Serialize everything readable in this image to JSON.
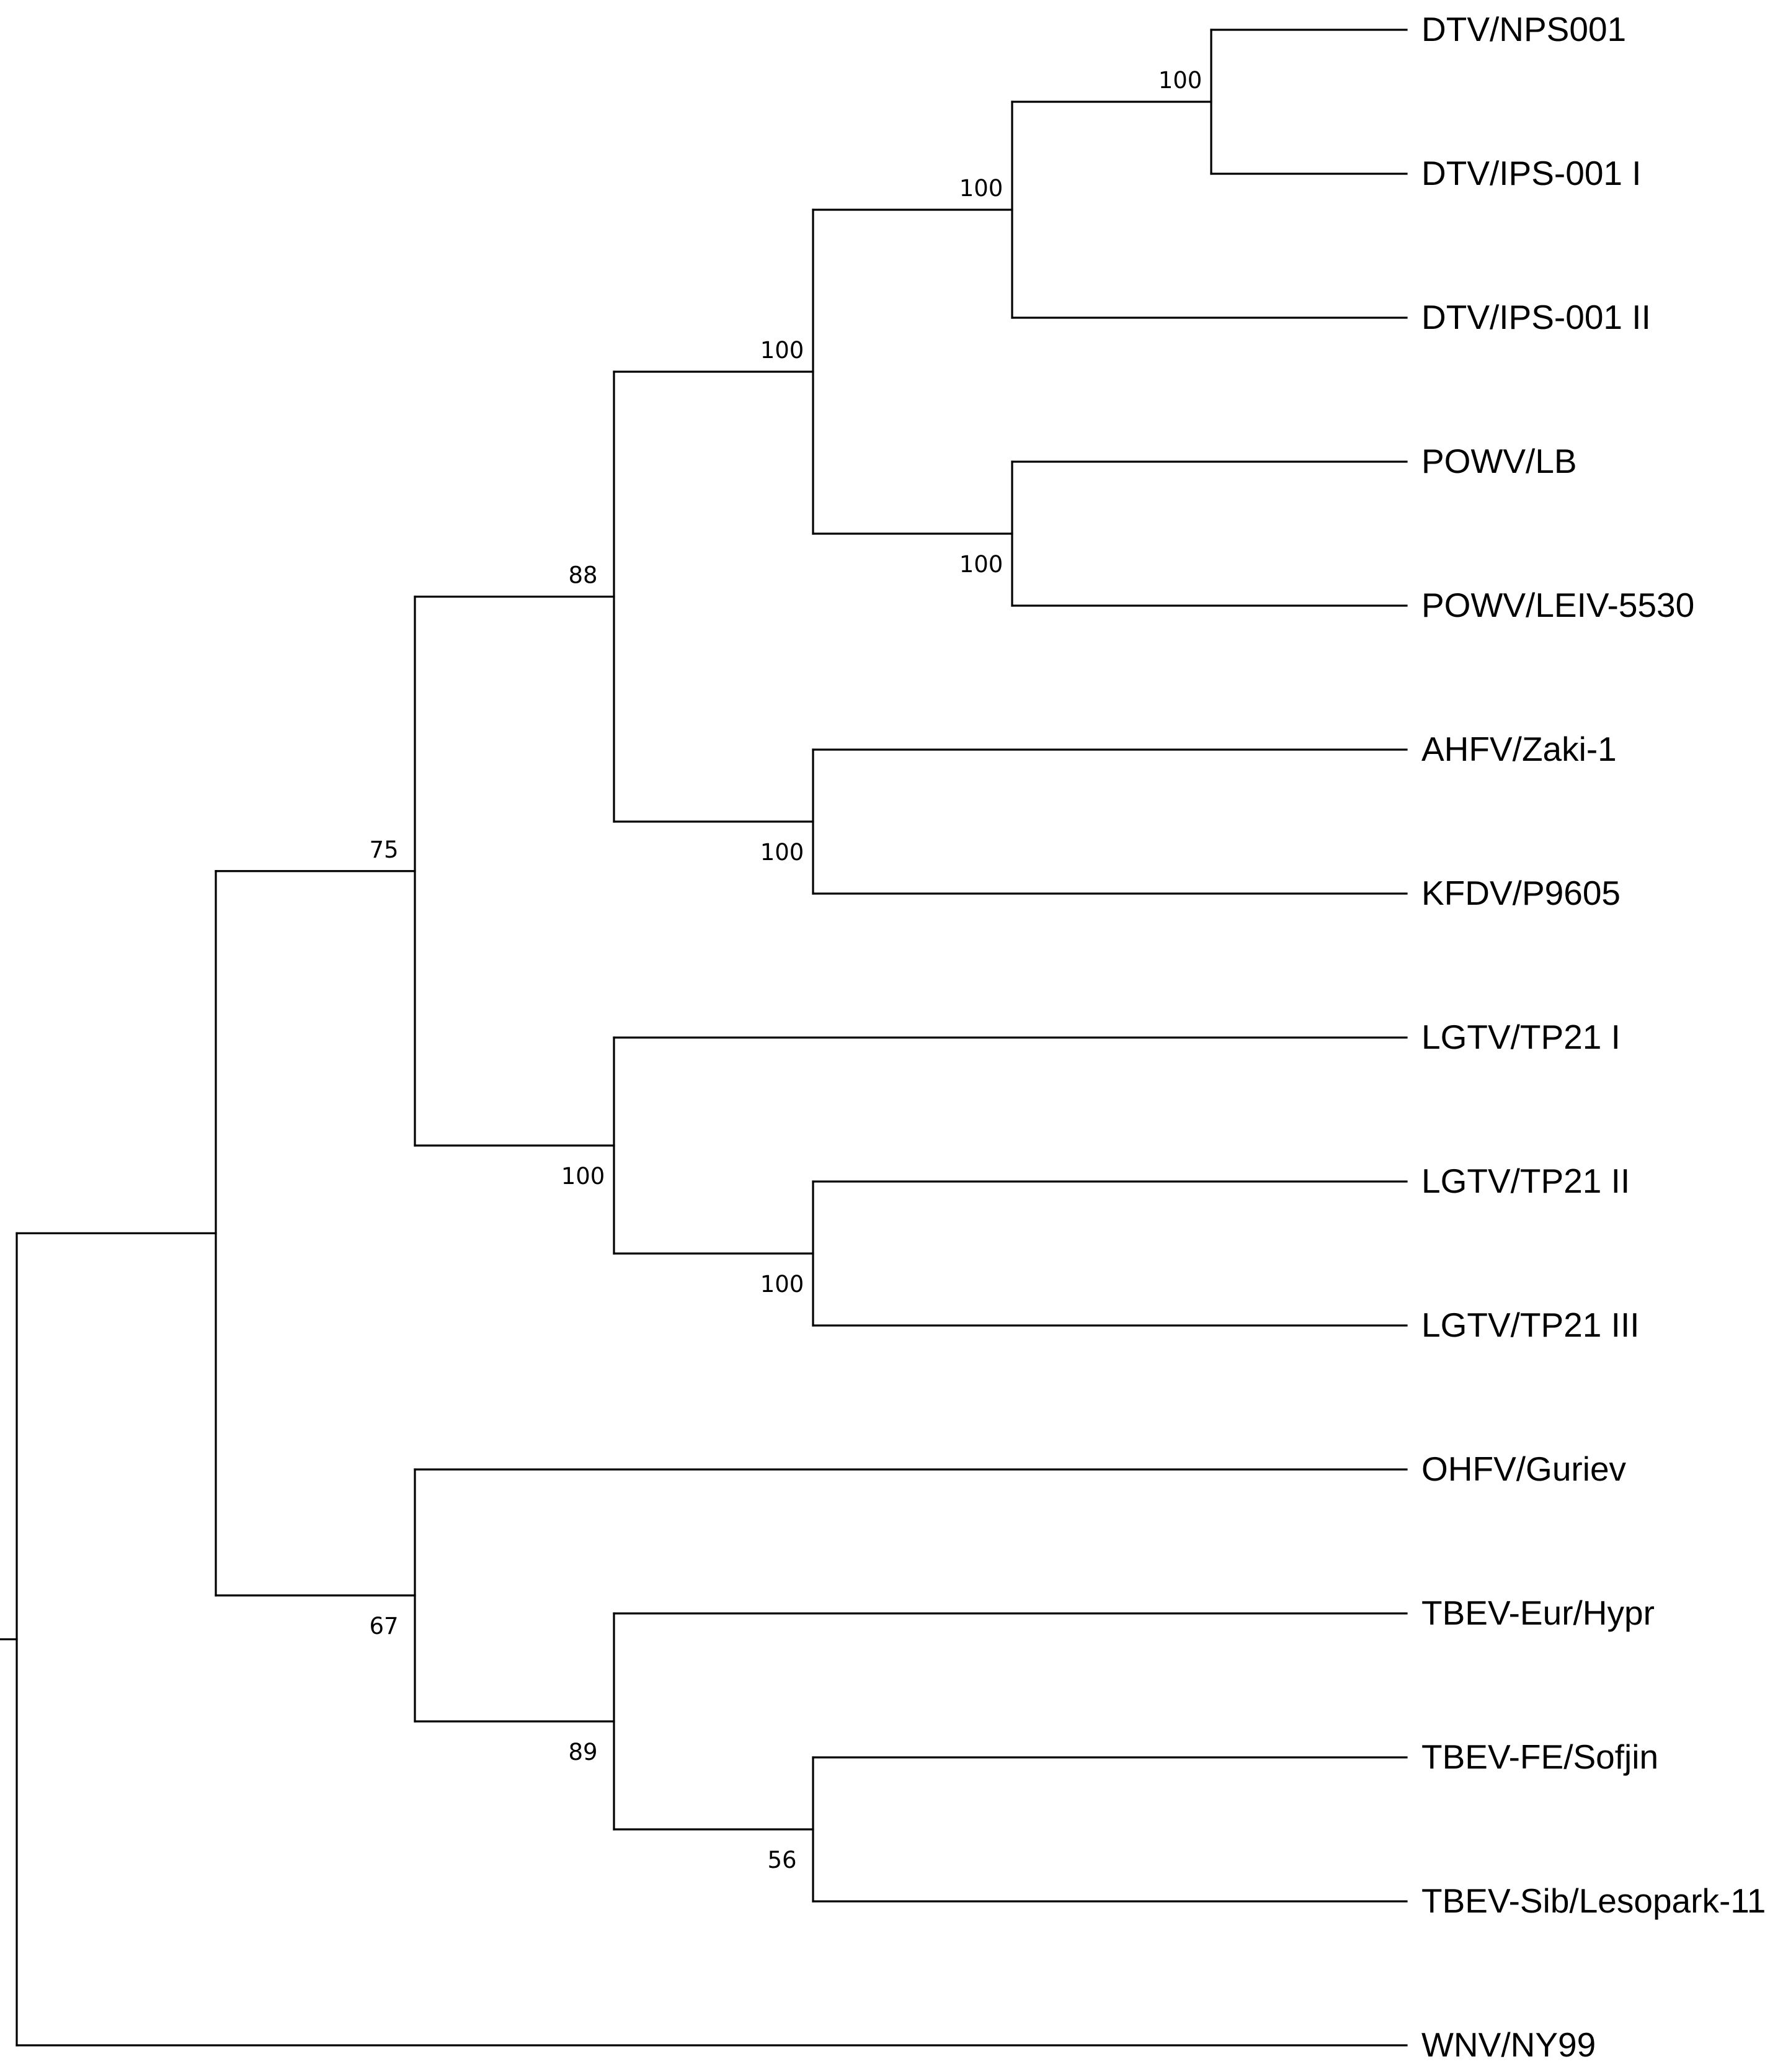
{
  "tree": {
    "layout": "rectangular cladogram",
    "taxa": [
      {
        "id": "t1",
        "label": "DTV/NPS001"
      },
      {
        "id": "t2",
        "label": "DTV/IPS-001 I"
      },
      {
        "id": "t3",
        "label": "DTV/IPS-001 II"
      },
      {
        "id": "t4",
        "label": "POWV/LB"
      },
      {
        "id": "t5",
        "label": "POWV/LEIV-5530"
      },
      {
        "id": "t6",
        "label": "AHFV/Zaki-1"
      },
      {
        "id": "t7",
        "label": "KFDV/P9605"
      },
      {
        "id": "t8",
        "label": "LGTV/TP21 I"
      },
      {
        "id": "t9",
        "label": "LGTV/TP21 II"
      },
      {
        "id": "t10",
        "label": "LGTV/TP21 III"
      },
      {
        "id": "t11",
        "label": "OHFV/Guriev"
      },
      {
        "id": "t12",
        "label": "TBEV-Eur/Hypr"
      },
      {
        "id": "t13",
        "label": "TBEV-FE/Sofjin"
      },
      {
        "id": "t14",
        "label": "TBEV-Sib/Lesopark-11"
      },
      {
        "id": "t15",
        "label": "WNV/NY99"
      }
    ],
    "clades": [
      {
        "id": "n1",
        "children": [
          "t1",
          "t2"
        ],
        "support": "100",
        "label_side": "above"
      },
      {
        "id": "n2",
        "children": [
          "n1",
          "t3"
        ],
        "support": "100",
        "label_side": "above"
      },
      {
        "id": "n3",
        "children": [
          "t4",
          "t5"
        ],
        "support": "100",
        "label_side": "below"
      },
      {
        "id": "n4",
        "children": [
          "n2",
          "n3"
        ],
        "support": "100",
        "label_side": "above"
      },
      {
        "id": "n5",
        "children": [
          "t6",
          "t7"
        ],
        "support": "100",
        "label_side": "below"
      },
      {
        "id": "n6",
        "children": [
          "n4",
          "n5"
        ],
        "support": "88",
        "label_side": "above"
      },
      {
        "id": "n7",
        "children": [
          "t9",
          "t10"
        ],
        "support": "100",
        "label_side": "below"
      },
      {
        "id": "n8",
        "children": [
          "t8",
          "n7"
        ],
        "support": "100",
        "label_side": "below"
      },
      {
        "id": "n9",
        "children": [
          "n6",
          "n8"
        ],
        "support": "75",
        "label_side": "above"
      },
      {
        "id": "n10",
        "children": [
          "t13",
          "t14"
        ],
        "support": "56",
        "label_side": "below"
      },
      {
        "id": "n11",
        "children": [
          "t12",
          "n10"
        ],
        "support": "89",
        "label_side": "below"
      },
      {
        "id": "n12",
        "children": [
          "t11",
          "n11"
        ],
        "support": "67",
        "label_side": "below"
      },
      {
        "id": "n13",
        "children": [
          "n9",
          "n12"
        ],
        "support": "",
        "label_side": "above"
      },
      {
        "id": "root",
        "children": [
          "n13",
          "t15"
        ],
        "support": "",
        "label_side": "above"
      }
    ]
  }
}
